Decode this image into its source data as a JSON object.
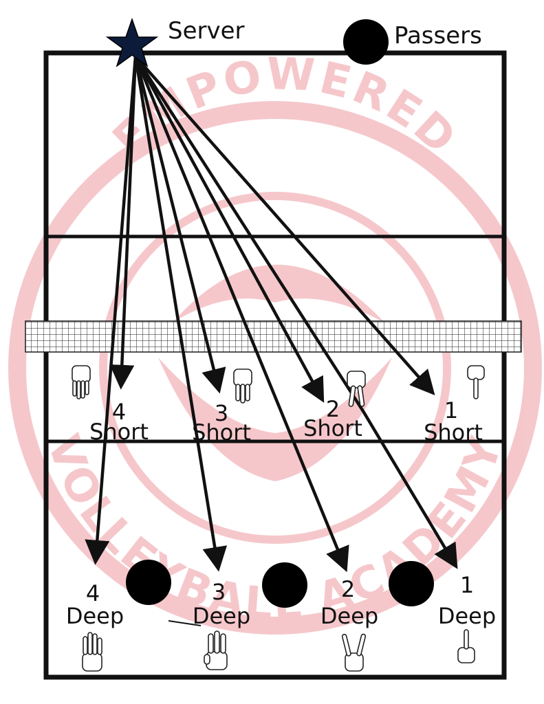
{
  "legend": {
    "server_label": "Server",
    "passers_label": "Passers"
  },
  "watermark": {
    "top_text": "EMPOWERED",
    "bottom_text": "VOLLEYBALL ACADEMY"
  },
  "zones": {
    "short": [
      {
        "number": "4",
        "label": "Short",
        "signal": "four-fingers-down-hand-icon"
      },
      {
        "number": "3",
        "label": "Short",
        "signal": "three-fingers-down-hand-icon"
      },
      {
        "number": "2",
        "label": "Short",
        "signal": "two-fingers-down-hand-icon"
      },
      {
        "number": "1",
        "label": "Short",
        "signal": "one-finger-down-hand-icon"
      }
    ],
    "deep": [
      {
        "number": "4",
        "label": "Deep",
        "signal": "four-fingers-up-hand-icon"
      },
      {
        "number": "3",
        "label": "Deep",
        "signal": "three-fingers-up-hand-icon"
      },
      {
        "number": "2",
        "label": "Deep",
        "signal": "two-fingers-up-hand-icon"
      },
      {
        "number": "1",
        "label": "Deep",
        "signal": "one-finger-up-hand-icon"
      }
    ]
  },
  "colors": {
    "lines": "#111111",
    "watermark": "#f4c2c6",
    "net": "#1a1a1a"
  }
}
